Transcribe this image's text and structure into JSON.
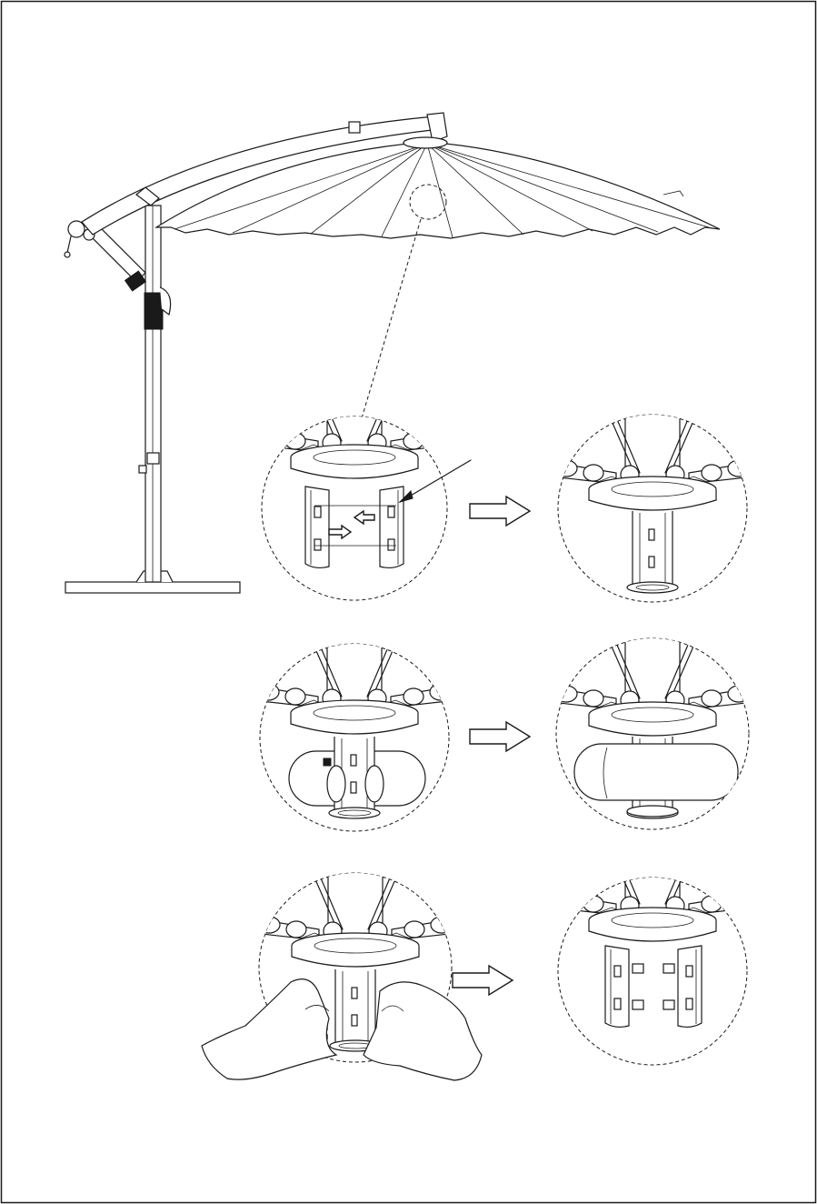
{
  "figure": {
    "subject": "cantilever-umbrella-hub-cover-installation",
    "border_color": "#1a1a1a",
    "line_color": "#1a1a1a",
    "background_color": "#ffffff"
  },
  "steps": [
    {
      "id": "step-1",
      "icon": "arrow-right-icon"
    },
    {
      "id": "step-2",
      "icon": "arrow-right-icon"
    },
    {
      "id": "step-3",
      "icon": "arrow-right-icon"
    }
  ]
}
